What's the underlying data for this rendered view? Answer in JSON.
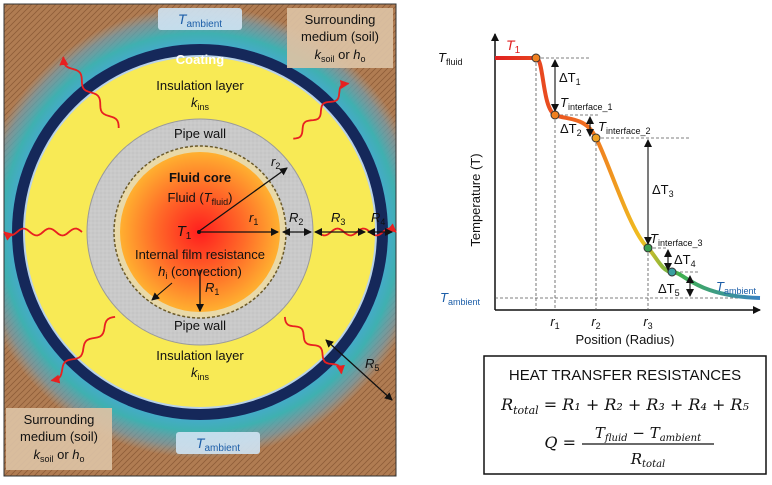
{
  "colors": {
    "soil": "#b07c52",
    "halo_blue": "#5fa6dd",
    "coating": "#15285a",
    "insulation": "#f8ea55",
    "pipe_wall": "#c6c6c6",
    "fluid_core": "#ff5a2a",
    "heat_arrow": "#e82020",
    "curve_red": "#e02020",
    "curve_blue": "#3a82c4",
    "marker_orange": "#f08020",
    "marker_green": "#3aa050"
  },
  "icons": {
    "heat_flow": "wavy-arrow-icon",
    "markers": "circle-marker-icon"
  },
  "diagram": {
    "t_ambient_top": {
      "main": "T",
      "sub": "ambient"
    },
    "t_ambient_bottom": {
      "main": "T",
      "sub": "ambient"
    },
    "surrounding_top": {
      "line1": "Surrounding",
      "line2": "medium (soil)",
      "k": "k",
      "k_sub": "soil",
      "or": " or ",
      "h": "h",
      "h_sub": "o"
    },
    "surrounding_bottom": {
      "line1": "Surrounding",
      "line2": "medium (soil)",
      "k": "k",
      "k_sub": "soil",
      "or": " or ",
      "h": "h",
      "h_sub": "o"
    },
    "coating": "Coating",
    "insulation_top": {
      "title": "Insulation layer",
      "k": "k",
      "k_sub": "ins"
    },
    "insulation_bottom": {
      "title": "Insulation layer",
      "k": "k",
      "k_sub": "ins"
    },
    "pipe_wall_top": "Pipe wall",
    "pipe_wall_bottom": "Pipe wall",
    "fluid_core": "Fluid core",
    "fluid": {
      "prefix": "Fluid (",
      "main": "T",
      "sub": "fluid",
      "suffix": ")"
    },
    "t1": {
      "main": "T",
      "sub": "1"
    },
    "film": "Internal film resistance",
    "hi": {
      "main": "h",
      "sub": "i",
      "rest": " (convection)"
    },
    "r1_small": {
      "main": "r",
      "sub": "1"
    },
    "r2_small": {
      "main": "r",
      "sub": "2"
    },
    "R1": {
      "main": "R",
      "sub": "1"
    },
    "R2": {
      "main": "R",
      "sub": "2"
    },
    "R3": {
      "main": "R",
      "sub": "3"
    },
    "R4": {
      "main": "R",
      "sub": "4"
    },
    "R5": {
      "main": "R",
      "sub": "5"
    }
  },
  "chart": {
    "ylabel": "Temperature (T)",
    "xlabel": "Position (Radius)",
    "t_fluid": {
      "main": "T",
      "sub": "fluid"
    },
    "t1": {
      "main": "T",
      "sub": "1"
    },
    "t_ambient_left": {
      "main": "T",
      "sub": "ambient"
    },
    "t_ambient_curve": {
      "main": "T",
      "sub": "ambient"
    },
    "t_interface_1": {
      "main": "T",
      "sub": "interface_1"
    },
    "t_interface_2": {
      "main": "T",
      "sub": "interface_2"
    },
    "t_interface_3": {
      "main": "T",
      "sub": "interface_3"
    },
    "dT1": {
      "main": "ΔT",
      "sub": "1"
    },
    "dT2": {
      "main": "ΔT",
      "sub": "2"
    },
    "dT3": {
      "main": "ΔT",
      "sub": "3"
    },
    "dT4": {
      "main": "ΔT",
      "sub": "4"
    },
    "dT5": {
      "main": "ΔT",
      "sub": "5"
    },
    "x_ticks": [
      {
        "main": "r",
        "sub": "1"
      },
      {
        "main": "r",
        "sub": "2"
      },
      {
        "main": "r",
        "sub": "3"
      }
    ]
  },
  "resistances_box": {
    "title": "HEAT TRANSFER RESISTANCES",
    "eq1": {
      "lhs": "R",
      "lhs_sub": "total",
      "rhs": "= R₁ + R₂ + R₃ + R₄ + R₅"
    },
    "eq2": {
      "lhs": "Q =",
      "num_t1": "T",
      "num_t1_sub": "fluid",
      "minus": " − ",
      "num_t2": "T",
      "num_t2_sub": "ambient",
      "den": "R",
      "den_sub": "total"
    }
  }
}
